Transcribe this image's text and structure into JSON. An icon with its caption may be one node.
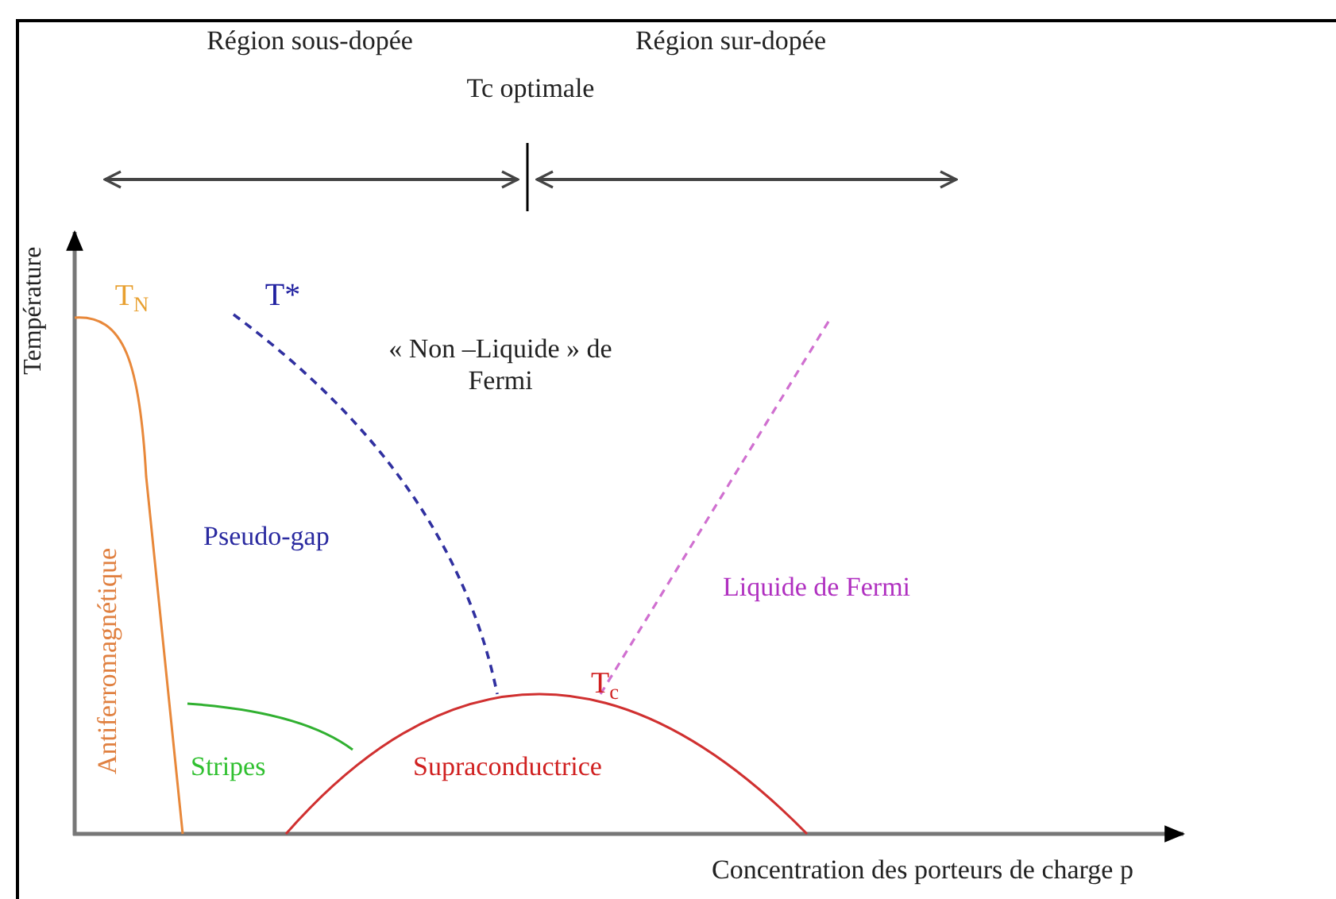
{
  "diagram": {
    "labels": [
      "Région sous-dopée",
      "Tc optimale",
      "Région sur-dopée",
      "Température",
      "T$_{N}$",
      "T*",
      "« Non –Liquide » de Fermi",
      "Pseudo-gap",
      "Liquide de Fermi",
      "T$_{c}$",
      "Stripes",
      "Supraconductrice",
      "Antiferromagnétique",
      "Concentration des porteurs de charge p"
    ]
  }
}
